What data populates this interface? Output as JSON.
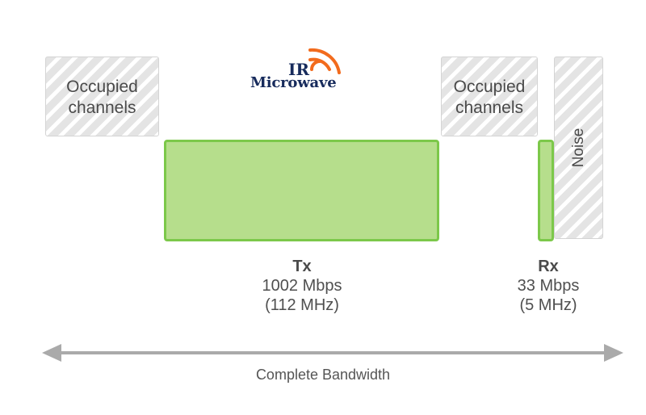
{
  "logo": {
    "line1": "IR",
    "line2": "Microwave"
  },
  "occupied_left": {
    "line1": "Occupied",
    "line2": "channels"
  },
  "occupied_right": {
    "line1": "Occupied",
    "line2": "channels"
  },
  "noise": {
    "label": "Noise"
  },
  "tx": {
    "title": "Tx",
    "rate": "1002 Mbps",
    "bandwidth": "(112 MHz)"
  },
  "rx": {
    "title": "Rx",
    "rate": "33 Mbps",
    "bandwidth": "(5 MHz)"
  },
  "axis": {
    "label": "Complete Bandwidth"
  },
  "colors": {
    "channel_fill": "#b6de8c",
    "channel_border": "#7cc84a",
    "occupied_fill": "#e4e4e4",
    "arrow": "#aaaaaa",
    "logo_text": "#172b5c",
    "logo_waves": "#f26b1d"
  }
}
